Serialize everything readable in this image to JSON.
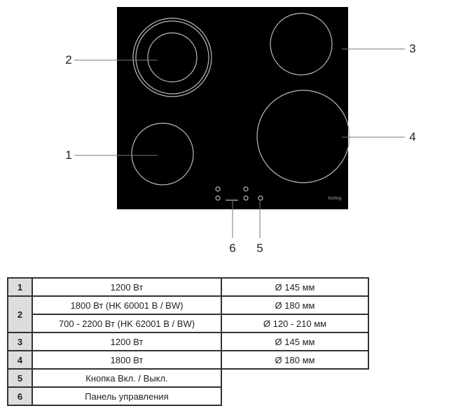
{
  "diagram": {
    "brand": "Körting",
    "callouts": [
      "1",
      "2",
      "3",
      "4",
      "5",
      "6"
    ]
  },
  "table": {
    "rows": [
      {
        "num": "1",
        "power": "1200 Вт",
        "diameter": "Ø 145 мм"
      },
      {
        "num": "2",
        "power": "1800 Вт (HK 60001 B / BW)",
        "diameter": "Ø 180 мм"
      },
      {
        "num": "",
        "power": "700 - 2200 Вт (HK 62001 B / BW)",
        "diameter": "Ø 120 - 210 мм"
      },
      {
        "num": "3",
        "power": "1200 Вт",
        "diameter": "Ø 145 мм"
      },
      {
        "num": "4",
        "power": "1800 Вт",
        "diameter": "Ø 180 мм"
      },
      {
        "num": "5",
        "power": "Кнопка Вкл. / Выкл.",
        "diameter": ""
      },
      {
        "num": "6",
        "power": "Панель управления",
        "diameter": ""
      }
    ]
  }
}
